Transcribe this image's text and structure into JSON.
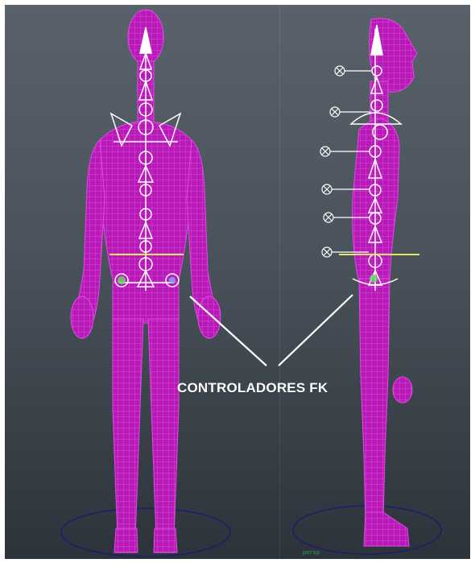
{
  "annotation": {
    "label": "CONTROLADORES FK"
  },
  "viewports": [
    {
      "name": "front",
      "label": ""
    },
    {
      "name": "side",
      "label": "persp"
    }
  ],
  "colors": {
    "mesh": "#c21cc8",
    "mesh_line": "#e24ae6",
    "joint": "#ffffff",
    "highlight_green": "#64e064",
    "accent_yellow": "#e8e860",
    "background_top": "#59616b",
    "background_bottom": "#2d333a"
  }
}
